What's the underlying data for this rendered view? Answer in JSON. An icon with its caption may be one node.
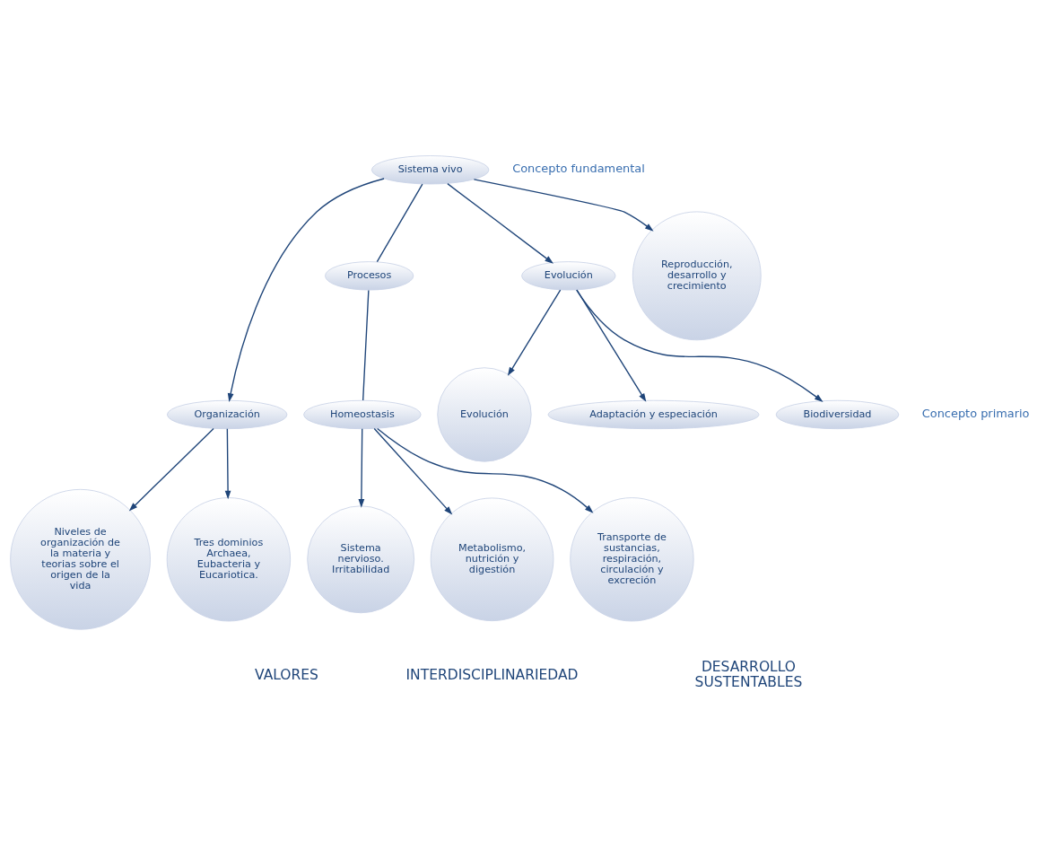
{
  "diagram": {
    "nodes": [
      {
        "text": [
          "Sistema vivo"
        ]
      },
      {
        "text": [
          "Organización"
        ]
      },
      {
        "text": [
          "Procesos"
        ]
      },
      {
        "text": [
          "Evolución"
        ]
      },
      {
        "text": [
          "Homeostasis"
        ]
      },
      {
        "text": [
          "Niveles de organización de la materia y teorias sobre el origen de la vida"
        ]
      },
      {
        "text": [
          "Tres dominios Archaea, Eubacteria y Eucariotica."
        ]
      },
      {
        "text": [
          "Sistema nervioso. Irritabilidad"
        ]
      },
      {
        "text": [
          "Metabolismo, nutrición y digestión"
        ]
      },
      {
        "text": [
          "Transporte de sustancias, respiración, circulación y excreción"
        ]
      },
      {
        "text": [
          "Reproducción, desarrollo y crecimiento"
        ]
      },
      {
        "text": [
          "Evolución"
        ]
      },
      {
        "text": [
          "Adaptación y especiación"
        ]
      },
      {
        "text": [
          "Biodiversidad"
        ]
      }
    ],
    "edges": [
      {
        "from": 0,
        "to": 1,
        "arrow": "to"
      },
      {
        "from": 0,
        "to": 2,
        "arrow": "none"
      },
      {
        "from": 0,
        "to": 3,
        "arrow": "to"
      },
      {
        "from": 0,
        "to": 10,
        "arrow": "to"
      },
      {
        "from": 1,
        "to": 5,
        "arrow": "to"
      },
      {
        "from": 1,
        "to": 6,
        "arrow": "to"
      },
      {
        "from": 2,
        "to": 4,
        "arrow": "none"
      },
      {
        "from": 4,
        "to": 7,
        "arrow": "to"
      },
      {
        "from": 4,
        "to": 8,
        "arrow": "to"
      },
      {
        "from": 4,
        "to": 9,
        "arrow": "to"
      },
      {
        "from": 3,
        "to": 11,
        "arrow": "to"
      },
      {
        "from": 3,
        "to": 13,
        "arrow": "to"
      },
      {
        "from": 3,
        "to": 12,
        "arrow": "to"
      }
    ],
    "labels": [
      "Concepto fundamental",
      "Concepto primario",
      "VALORES",
      "INTERDISCIPLINARIEDAD",
      "DESARROLLO SUSTENTABLES"
    ]
  }
}
